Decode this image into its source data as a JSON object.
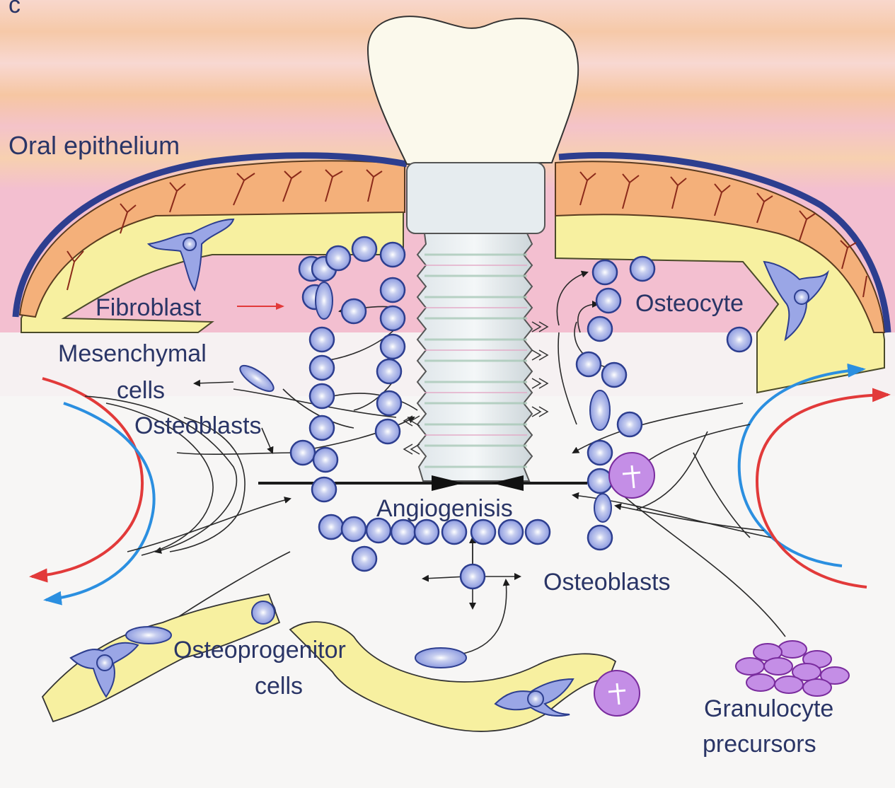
{
  "panel_letter": "c",
  "labels": {
    "oral_epithelium": "Oral epithelium",
    "fibroblast": "Fibroblast",
    "osteocyte": "Osteocyte",
    "mesenchymal": "Mesenchymal",
    "mesenchymal_cells": "cells",
    "osteoblasts_left": "Osteoblasts",
    "angiogenesis": "Angiogenisis",
    "osteoblasts_bottom": "Osteoblasts",
    "osteoprogenitor": "Osteoprogenitor",
    "osteoprogenitor_cells": "cells",
    "granulocyte": "Granulocyte",
    "granulocyte_precursors": "precursors"
  },
  "colors": {
    "epithelium_line": "#2d3e8f",
    "gingiva_fill": "#f4b07a",
    "bone_fill": "#f7f0a0",
    "implant_fill": "#e6ecef",
    "cell_fill": "#9aa6e6",
    "cell_stroke": "#2d3e8f",
    "granulocyte_fill": "#c48ee6",
    "arrow_red": "#e23a3a",
    "arrow_blue": "#2b8fe0"
  }
}
